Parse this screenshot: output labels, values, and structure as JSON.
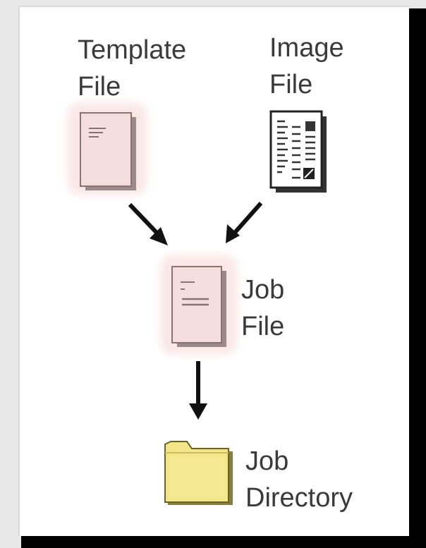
{
  "nodes": {
    "template_file": {
      "line1": "Template",
      "line2": "File"
    },
    "image_file": {
      "line1": "Image",
      "line2": "File"
    },
    "job_file": {
      "line1": "Job",
      "line2": "File"
    },
    "job_directory": {
      "line1": "Job",
      "line2": "Directory"
    }
  },
  "colors": {
    "doc_fill": "#f5dcdc",
    "doc_glow": "#fbe9e9",
    "folder_fill": "#f3e68a",
    "arrow": "#111111",
    "text": "#3a3a3a"
  },
  "icons": {
    "template_file": "document-icon",
    "image_file": "image-document-icon",
    "job_file": "document-icon",
    "job_directory": "folder-icon"
  }
}
